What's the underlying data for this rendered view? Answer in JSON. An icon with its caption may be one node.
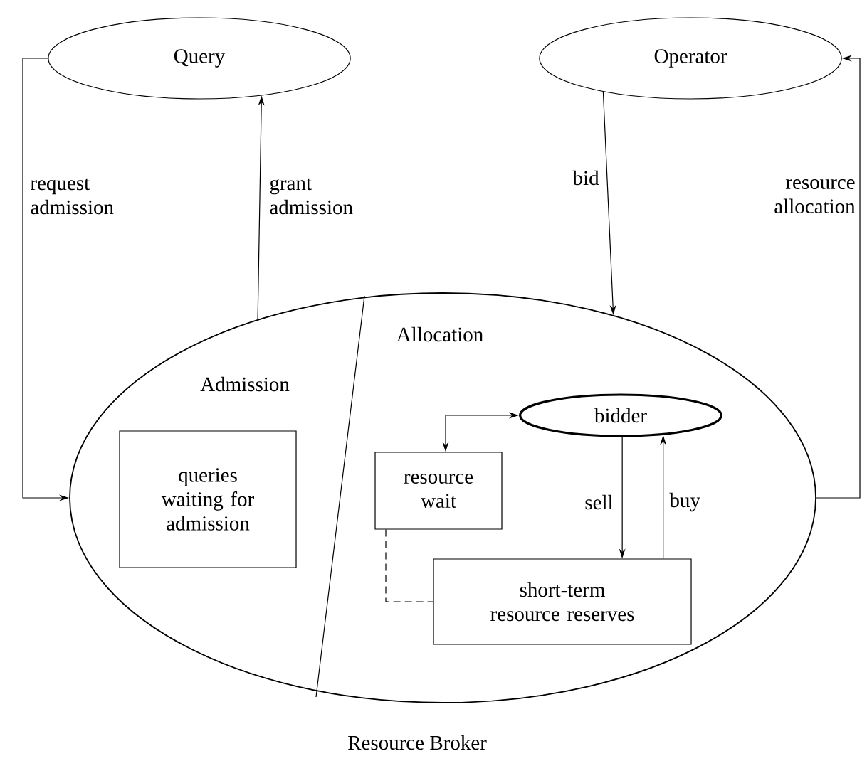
{
  "diagram": {
    "nodes": [
      {
        "text": [
          "Query"
        ]
      },
      {
        "text": [
          "Operator"
        ]
      },
      {
        "text": [
          "Admission",
          "Allocation"
        ],
        "beside": [
          "Resource Broker"
        ]
      },
      {
        "text": [
          "queries waiting for admission"
        ],
        "in": 2
      },
      {
        "text": [
          "bidder"
        ],
        "in": 2
      },
      {
        "text": [
          "resource wait"
        ],
        "in": 2
      },
      {
        "text": [
          "short-term resource reserves"
        ],
        "in": 2
      }
    ],
    "edges": [
      {
        "from": 0,
        "to": 2,
        "arrow": "to",
        "label": "request admission"
      },
      {
        "from": 2,
        "to": 0,
        "arrow": "to",
        "label": "grant admission"
      },
      {
        "from": 1,
        "to": 2,
        "arrow": "to",
        "label": "bid"
      },
      {
        "from": 2,
        "to": 1,
        "arrow": "to",
        "label": "resource allocation"
      },
      {
        "from": 4,
        "to": 5,
        "arrow": "both"
      },
      {
        "from": 4,
        "to": 6,
        "arrow": "to",
        "label": "sell"
      },
      {
        "from": 6,
        "to": 4,
        "arrow": "to",
        "label": "buy"
      },
      {
        "from": 5,
        "to": 6,
        "arrow": "none",
        "style": "dashed"
      }
    ]
  }
}
